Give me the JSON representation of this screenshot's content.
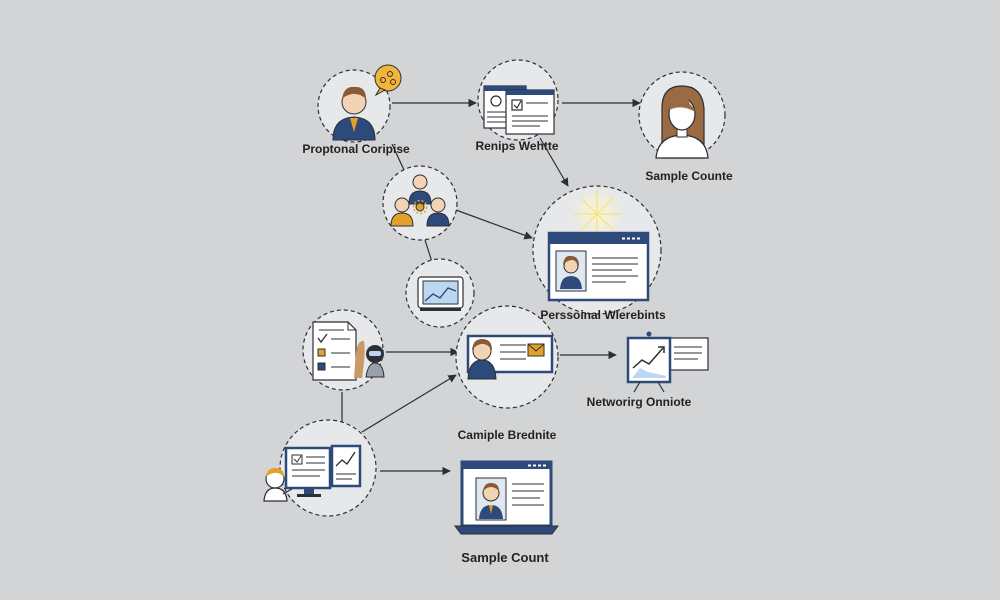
{
  "colors": {
    "background": "#d3d4d5",
    "node_fill": "#e7e8e9",
    "outline": "#2c2f36",
    "navy": "#2e4a7a",
    "skin": "#f2d3b3",
    "hair_brown": "#8a5a34",
    "accent_orange": "#e2a12a",
    "screen_blue": "#bcd7f2"
  },
  "nodes": {
    "n1": {
      "label": "Proptonal Coripise",
      "icon": "professional-person-icon"
    },
    "n2": {
      "label": "Renips Wehtte",
      "icon": "resume-documents-icon"
    },
    "n3": {
      "label": "Sample Counte",
      "icon": "woman-avatar-icon"
    },
    "n4": {
      "label": "",
      "icon": "team-network-icon"
    },
    "n5": {
      "label": "Perssoinal Wlerebints",
      "icon": "personal-website-icon"
    },
    "n6": {
      "label": "",
      "icon": "tablet-chart-icon"
    },
    "n7": {
      "label": "",
      "icon": "checklist-icon"
    },
    "n8": {
      "label": "Camiple Brednite",
      "icon": "profile-card-icon"
    },
    "n9": {
      "label": "Networirg Onniote",
      "icon": "presentation-chart-icon"
    },
    "n10": {
      "label": "",
      "icon": "desktop-analytics-icon"
    },
    "n11": {
      "label": "Sample Count",
      "icon": "laptop-profile-icon"
    }
  }
}
